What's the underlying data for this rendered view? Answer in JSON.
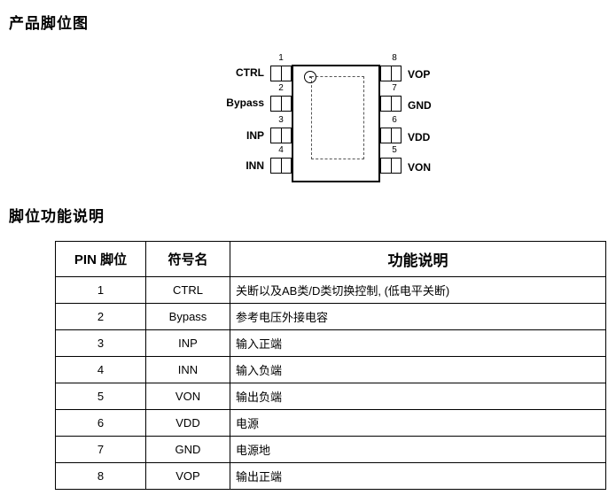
{
  "headings": {
    "pinout": "产品脚位图",
    "function": "脚位功能说明"
  },
  "chip": {
    "left_pins": [
      {
        "num": "1",
        "label": "CTRL"
      },
      {
        "num": "2",
        "label": "Bypass"
      },
      {
        "num": "3",
        "label": "INP"
      },
      {
        "num": "4",
        "label": "INN"
      }
    ],
    "right_pins": [
      {
        "num": "8",
        "label": "VOP"
      },
      {
        "num": "7",
        "label": "GND"
      },
      {
        "num": "6",
        "label": "VDD"
      },
      {
        "num": "5",
        "label": "VON"
      }
    ]
  },
  "table": {
    "headers": {
      "pin": "PIN 脚位",
      "symbol": "符号名",
      "function": "功能说明"
    },
    "rows": [
      {
        "pin": "1",
        "symbol": "CTRL",
        "desc": "关断以及AB类/D类切换控制, (低电平关断)"
      },
      {
        "pin": "2",
        "symbol": "Bypass",
        "desc": "参考电压外接电容"
      },
      {
        "pin": "3",
        "symbol": "INP",
        "desc": "输入正端"
      },
      {
        "pin": "4",
        "symbol": "INN",
        "desc": "输入负端"
      },
      {
        "pin": "5",
        "symbol": "VON",
        "desc": "输出负端"
      },
      {
        "pin": "6",
        "symbol": "VDD",
        "desc": "电源"
      },
      {
        "pin": "7",
        "symbol": "GND",
        "desc": "电源地"
      },
      {
        "pin": "8",
        "symbol": "VOP",
        "desc": "输出正端"
      }
    ]
  }
}
